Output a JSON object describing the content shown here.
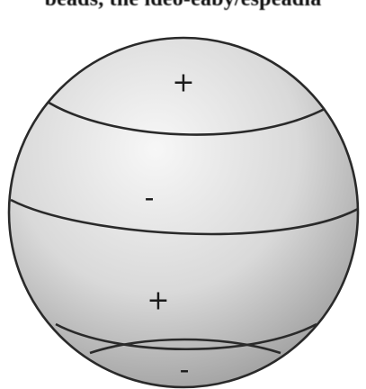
{
  "caption": "beads, the ideo-eaby/espeadia",
  "sphere": {
    "fill_light": "#f7f7f7",
    "fill_mid": "#d9d9d9",
    "fill_dark": "#9a9a9a",
    "stroke": "#2a2a2a"
  },
  "regions": [
    {
      "id": "top-cap",
      "sign": "+"
    },
    {
      "id": "upper-band",
      "sign": "-"
    },
    {
      "id": "lower-band",
      "sign": "+"
    },
    {
      "id": "bottom-cap",
      "sign": "-"
    }
  ]
}
